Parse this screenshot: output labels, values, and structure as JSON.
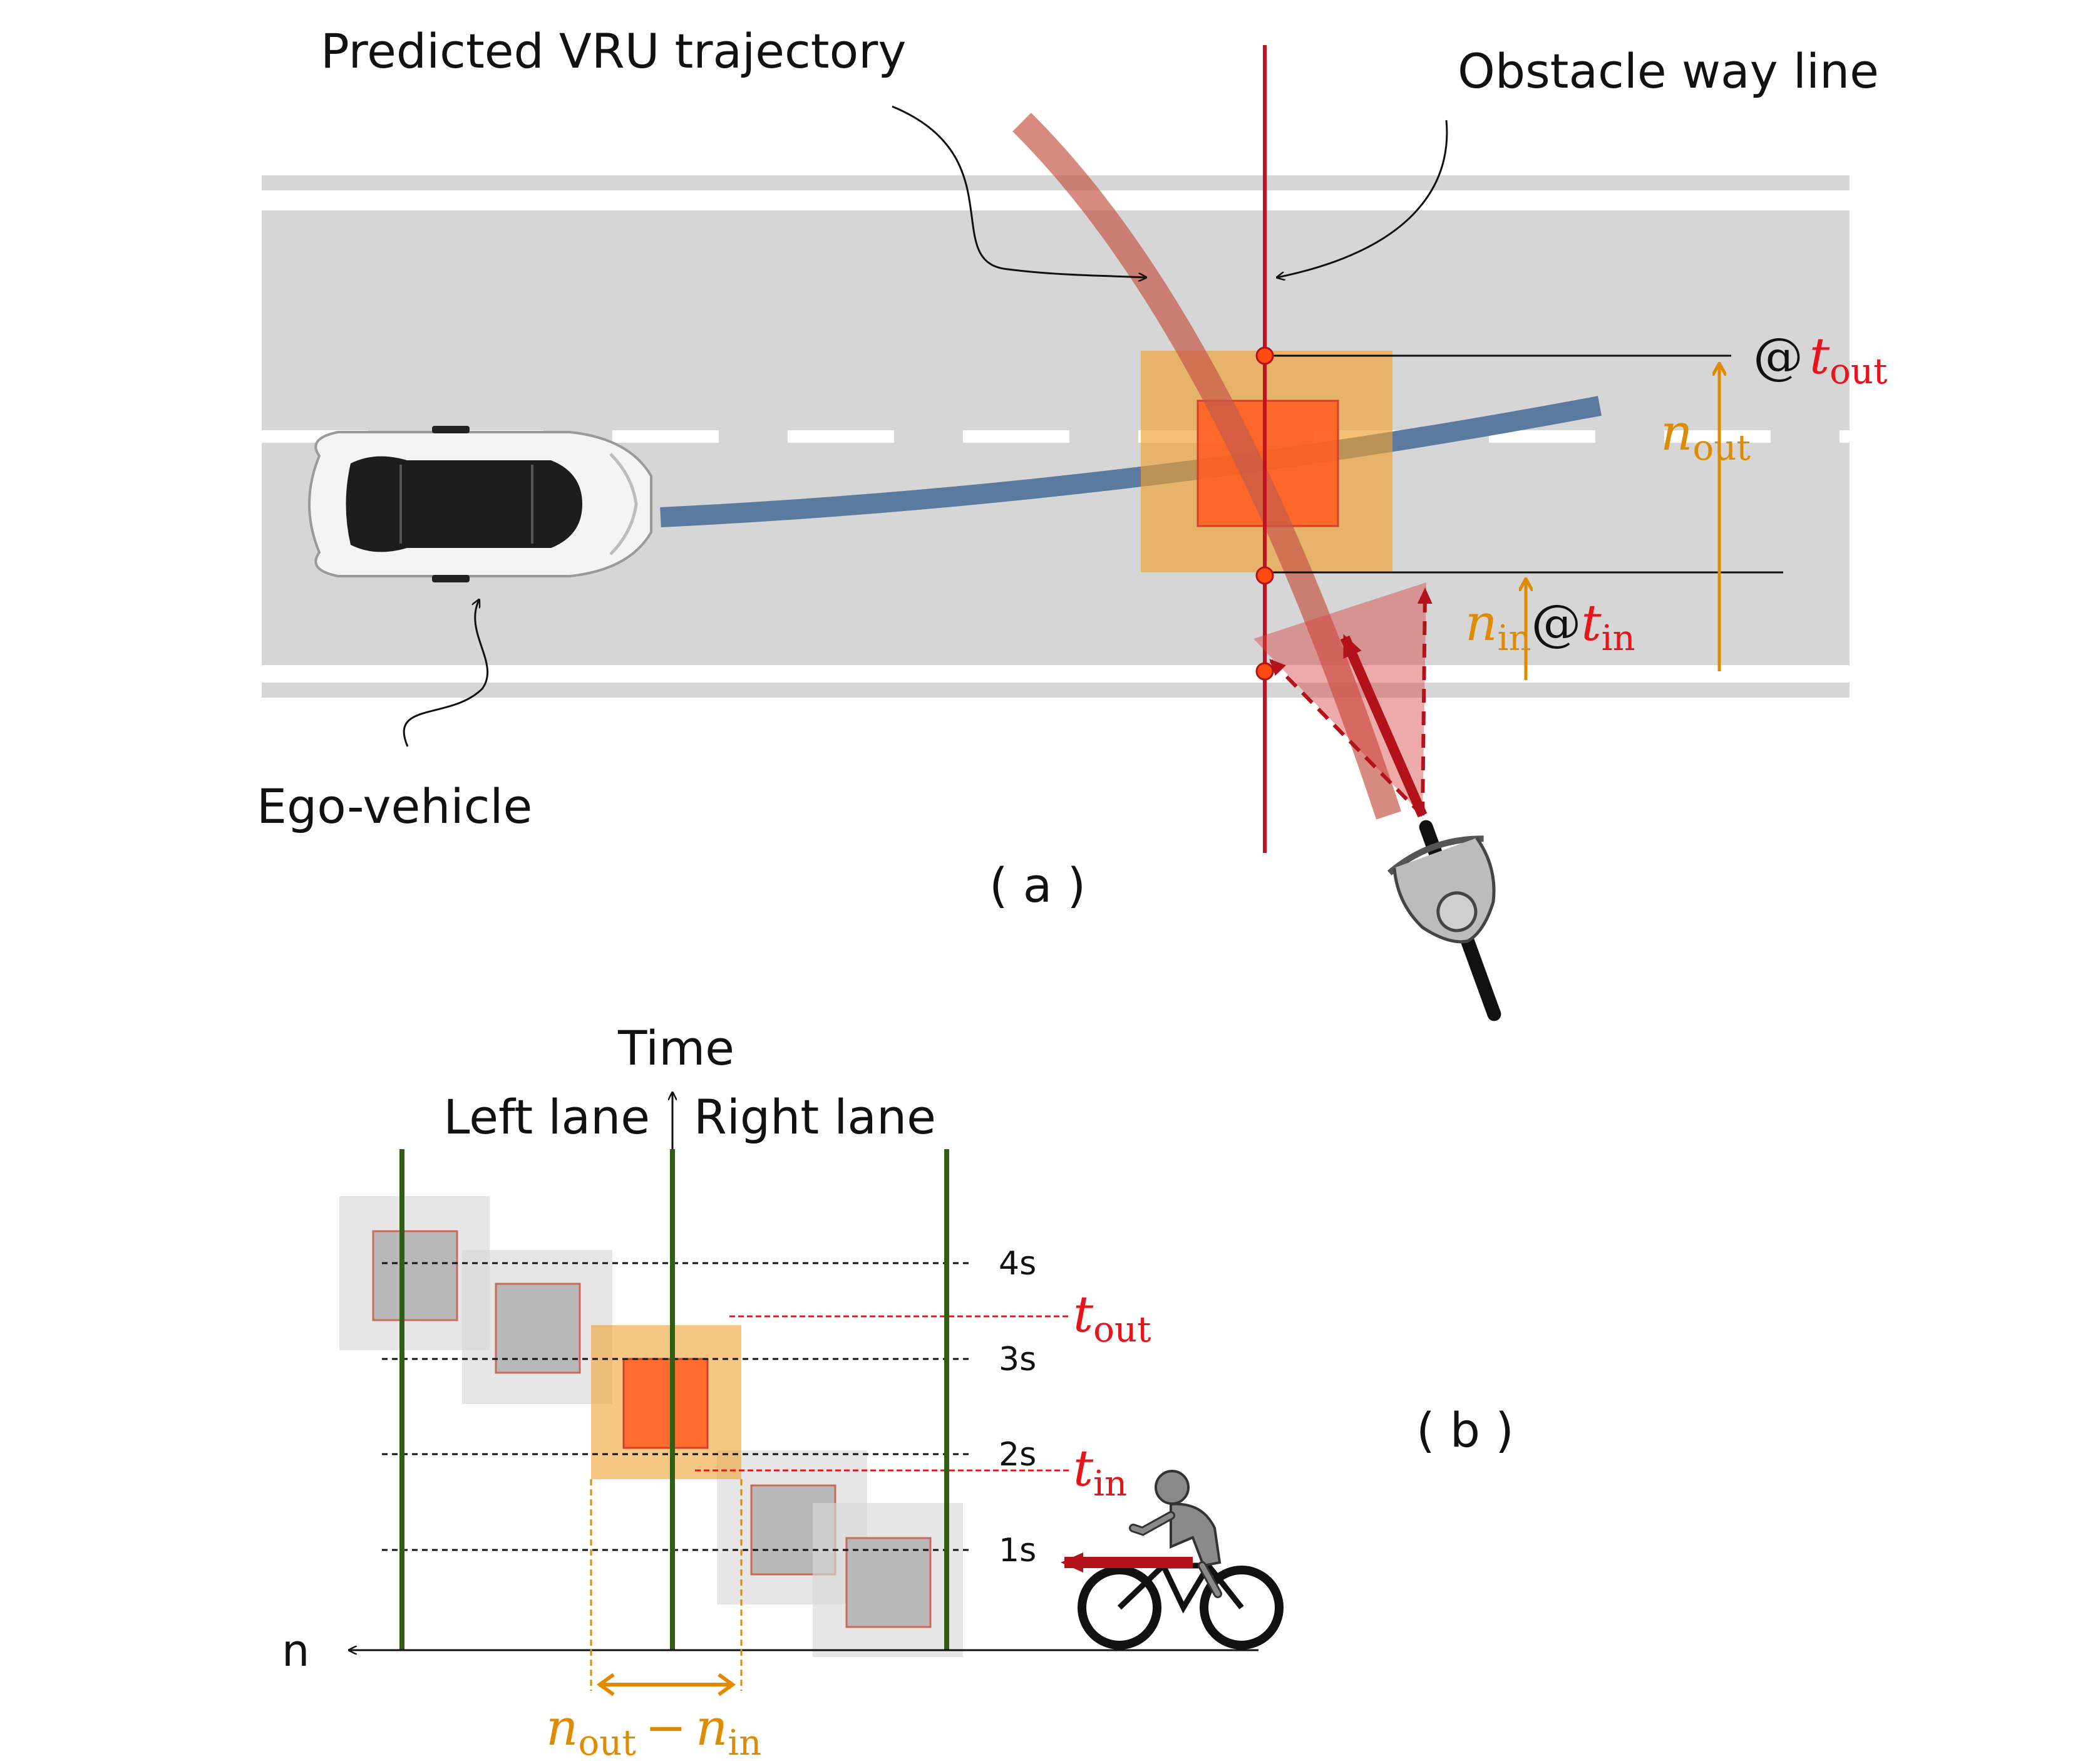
{
  "panel_a": {
    "label": "( a )",
    "trajectory_label": "Predicted VRU trajectory",
    "wayline_label": "Obstacle way line",
    "ego_label": "Ego-vehicle",
    "t_out": {
      "at": "@",
      "var": "t",
      "sub": "out"
    },
    "n_out": {
      "var": "n",
      "sub": "out"
    },
    "n_in_t_in": {
      "var_n": "n",
      "sub_n": "in",
      "at": "@",
      "var_t": "t",
      "sub_t": "in"
    }
  },
  "panel_b": {
    "label": "( b )",
    "y_axis_label": "Time",
    "left_lane_label": "Left lane",
    "right_lane_label": "Right lane",
    "x_axis_label": "n",
    "time_ticks": [
      "4s",
      "3s",
      "2s",
      "1s"
    ],
    "t_out": {
      "var": "t",
      "sub": "out"
    },
    "t_in": {
      "var": "t",
      "sub": "in"
    },
    "n_diff": {
      "var1": "n",
      "sub1": "out",
      "minus": "−",
      "var2": "n",
      "sub2": "in"
    }
  },
  "colors": {
    "road": "#d6d6d6",
    "lane_marking": "#ffffff",
    "ego_path": "#5b7aa0",
    "vru_path": "#c5594a",
    "wayline": "#c1121f",
    "occupancy_outer": "#f0a030",
    "occupancy_inner": "#ff5a1f",
    "annotation_orange": "#e08a00",
    "annotation_red": "#e8141a",
    "lane_line_green": "#2f5e14",
    "grey_box_outer": "#e4e4e4",
    "grey_box_inner": "#bdbdbd",
    "velocity_arrow": "#b3121a"
  },
  "icons": {
    "ego": "car-topdown-icon",
    "cyclist_a": "cyclist-topdown-icon",
    "cyclist_b": "cyclist-side-icon"
  }
}
